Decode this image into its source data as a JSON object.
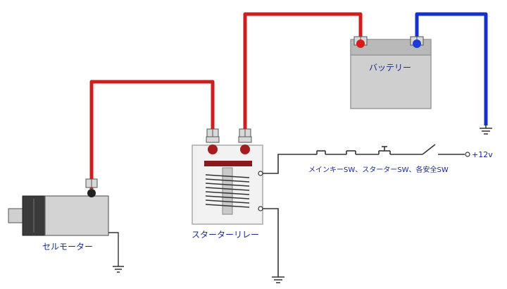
{
  "labels": {
    "battery": "バッテリー",
    "relay": "スターターリレー",
    "motor": "セルモーター",
    "switches": "メインキーSW、スターターSW、各安全SW",
    "supply": "+12v"
  },
  "colors": {
    "positive_wire": "#cc1f1f",
    "negative_wire": "#1432c8",
    "signal_wire": "#333333",
    "label_text": "#1a2a8a"
  },
  "icons": [
    "ground-icon",
    "switch-icon",
    "coil-icon",
    "terminal-icon"
  ]
}
